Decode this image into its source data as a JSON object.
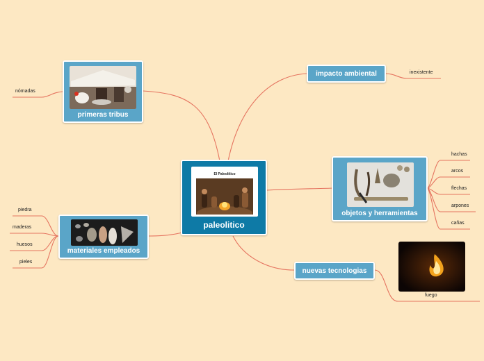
{
  "central": {
    "label": "paleolitico",
    "image_caption": "El Paleolítico"
  },
  "branches": {
    "primeras_tribus": {
      "label": "primeras tribus",
      "leaves": [
        "nómadas"
      ]
    },
    "impacto_ambiental": {
      "label": "impacto ambiental",
      "leaves": [
        "inexistente"
      ]
    },
    "objetos_herramientas": {
      "label": "objetos y herramientas",
      "leaves": [
        "hachas",
        "arcos",
        "flechas",
        "arpones",
        "cañas"
      ]
    },
    "materiales_empleados": {
      "label": "materiales empleados",
      "leaves": [
        "piedra",
        "maderas",
        "huesos",
        "pieles"
      ]
    },
    "nuevas_tecnologias": {
      "label": "nuevas tecnologias",
      "leaves": [
        "fuego"
      ]
    }
  },
  "colors": {
    "background": "#fde8c3",
    "node": "#5aa5c8",
    "central_node": "#0e7aa6",
    "link": "#e5735f"
  }
}
